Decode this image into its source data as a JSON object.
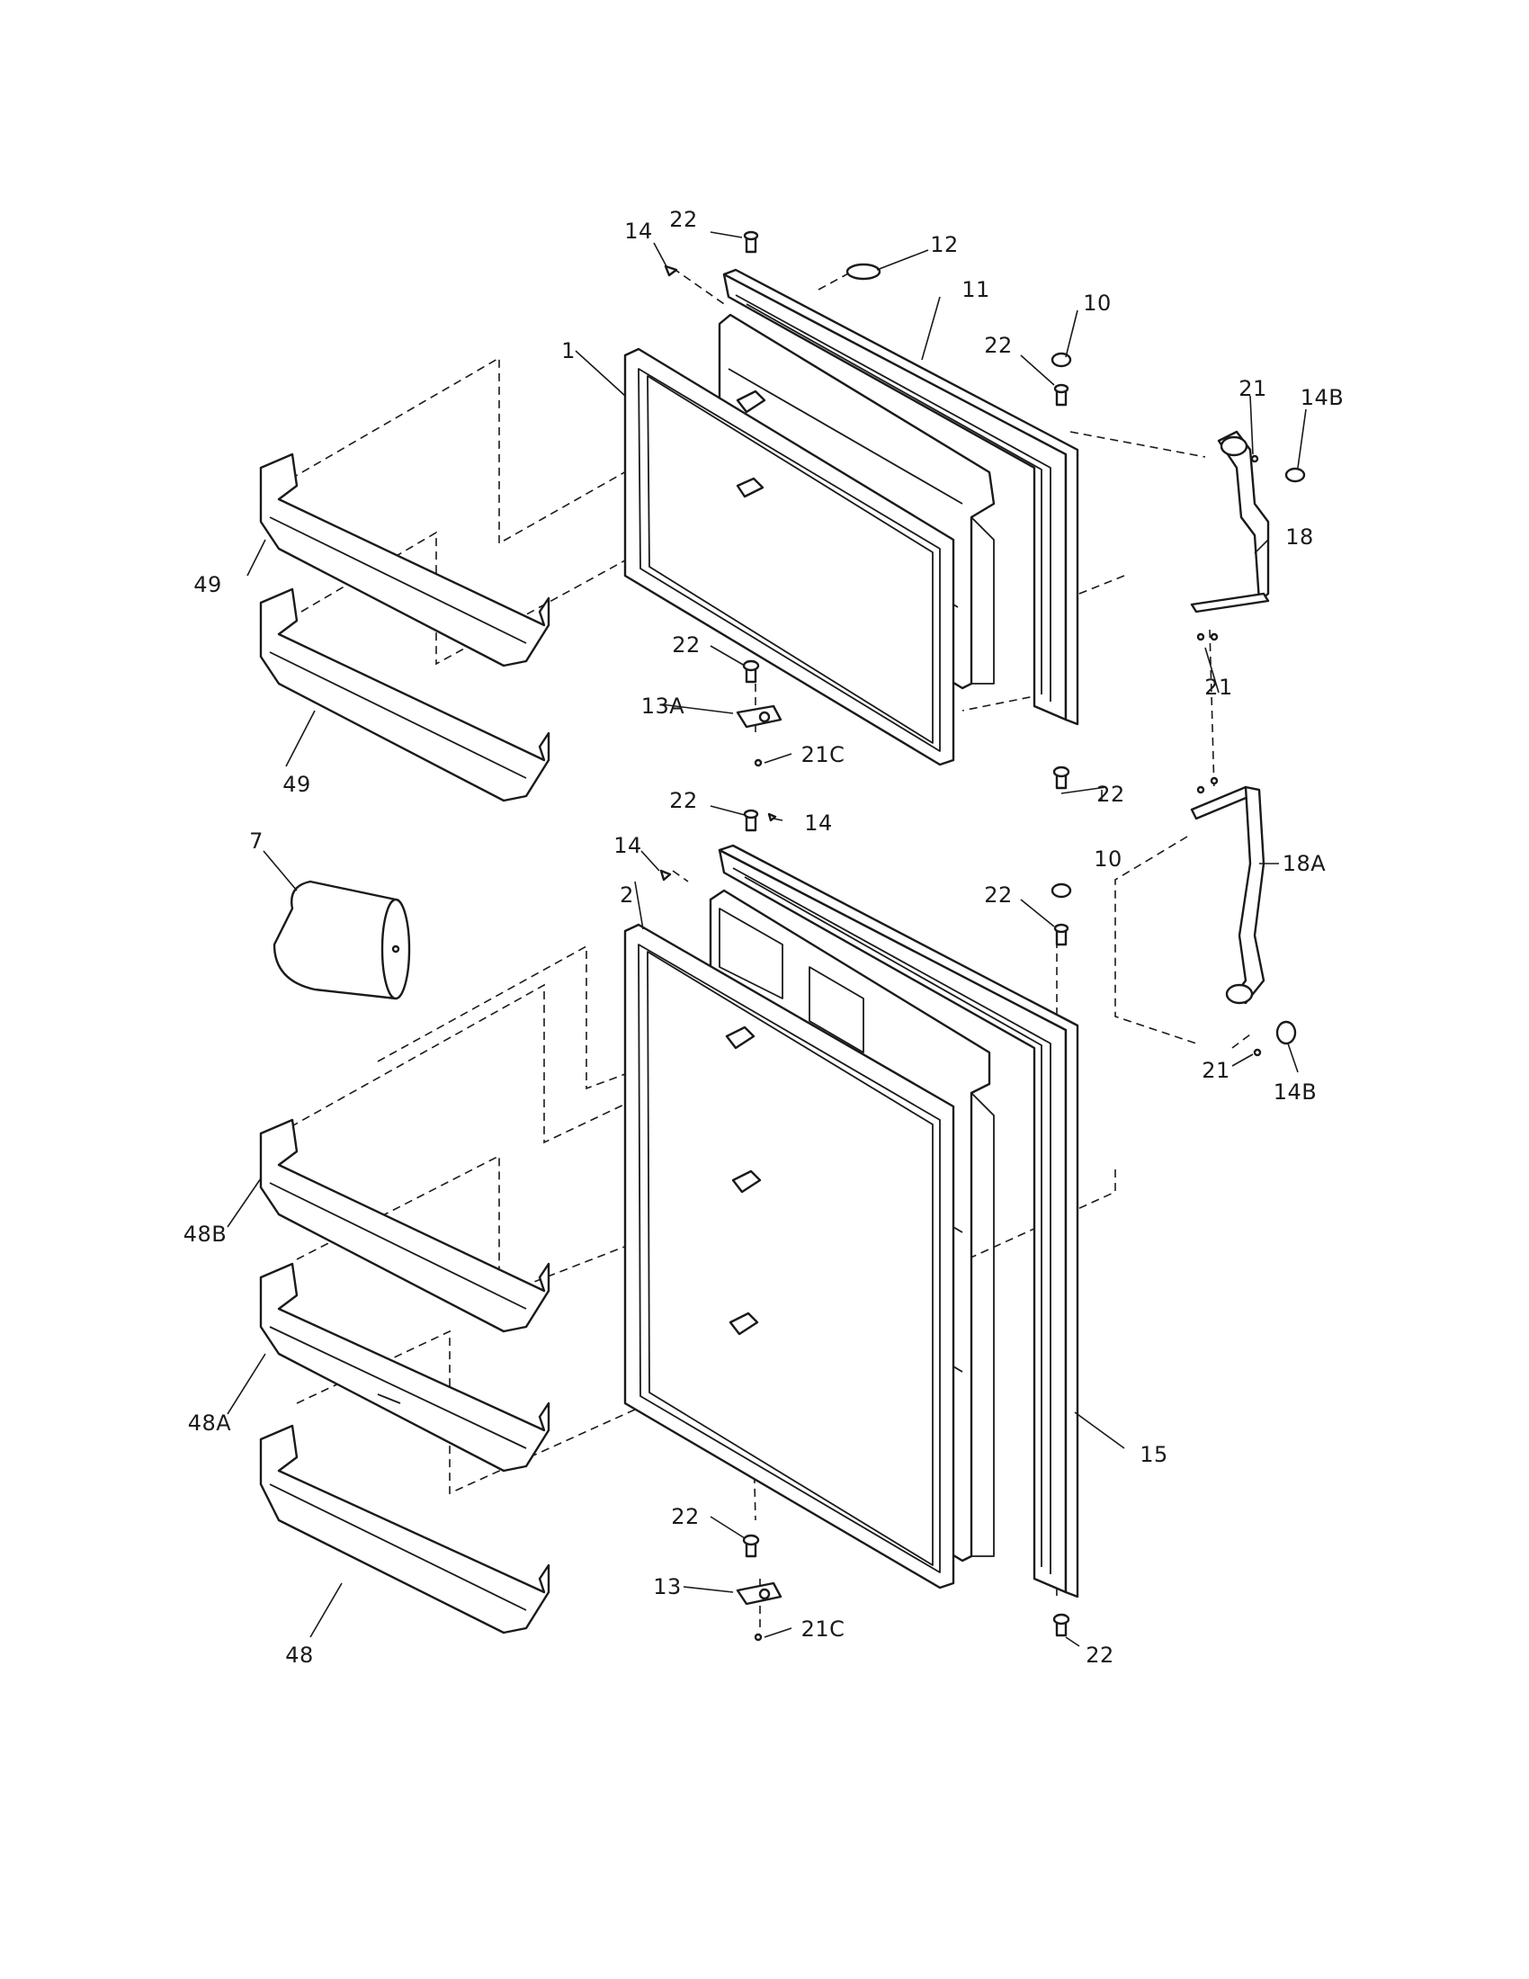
{
  "diagram": {
    "callouts": {
      "c_22_a": "22",
      "c_14_a": "14",
      "c_12": "12",
      "c_11": "11",
      "c_10_a": "10",
      "c_22_b": "22",
      "c_1": "1",
      "c_21_a": "21",
      "c_14b_a": "14B",
      "c_18": "18",
      "c_49_a": "49",
      "c_49_b": "49",
      "c_22_c": "22",
      "c_21_b": "21",
      "c_13a": "13A",
      "c_21c_a": "21C",
      "c_22_d": "22",
      "c_22_e": "22",
      "c_14_b": "14",
      "c_14_c": "14",
      "c_10_b": "10",
      "c_18a": "18A",
      "c_7": "7",
      "c_2": "2",
      "c_22_f": "22",
      "c_21_c": "21",
      "c_14b_b": "14B",
      "c_48b": "48B",
      "c_48a": "48A",
      "c_15": "15",
      "c_22_g": "22",
      "c_13": "13",
      "c_21c_b": "21C",
      "c_48": "48",
      "c_22_h": "22"
    }
  }
}
